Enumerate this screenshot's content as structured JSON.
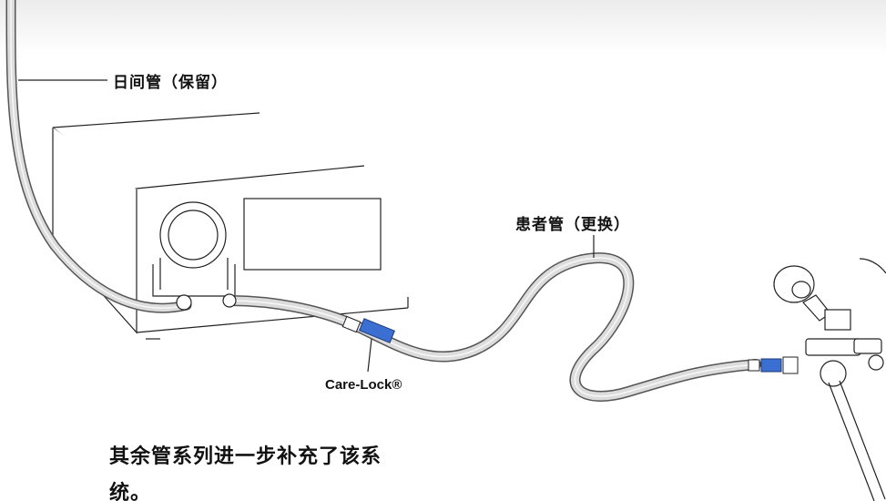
{
  "labels": {
    "daily_tubing": "日间管（保留）",
    "patient_tubing": "患者管（更换）",
    "care_lock": "Care-Lock®"
  },
  "caption": "其余管系列进一步补充了该系统。",
  "colors": {
    "tube_fill": "#dcdcdc",
    "tube_edge": "#555555",
    "connector_blue": "#3b6fd1",
    "line": "#222222",
    "background": "#ffffff"
  }
}
